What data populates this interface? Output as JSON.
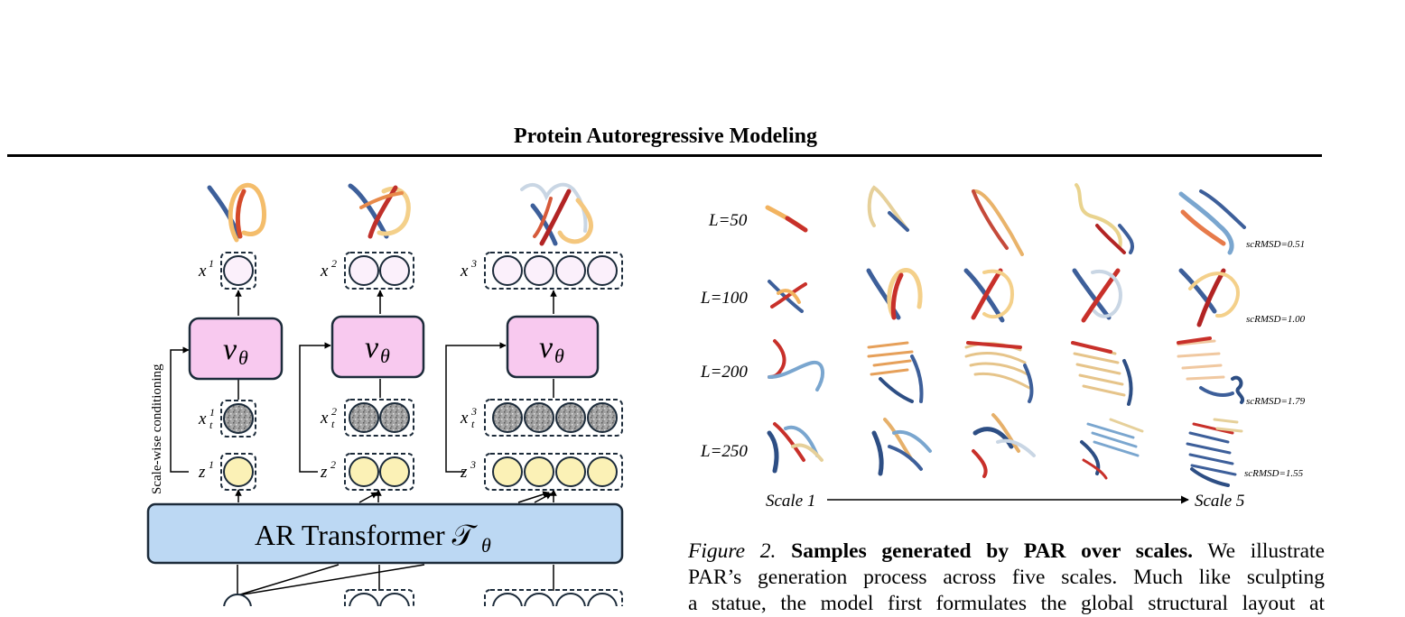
{
  "header": {
    "title": "Protein Autoregressive Modeling"
  },
  "left_figure": {
    "side_label": "Scale-wise conditioning",
    "model_label": "AR Transformer 𝒯",
    "model_subscript": "θ",
    "v_label": "v",
    "v_subscript": "θ",
    "x_labels": [
      "x",
      "x",
      "x"
    ],
    "xt_labels": [
      "x",
      "x",
      "x"
    ],
    "z_labels": [
      "z",
      "z",
      "z"
    ],
    "superscripts": [
      "1",
      "2",
      "3"
    ],
    "t_sub": "t",
    "colors": {
      "transformer": "#bcd8f3",
      "v_block": "#f8c9ef",
      "z_node": "#fbf1b6",
      "x_node": "#fbf0fb",
      "noise_node": "#9c9c9c",
      "stroke": "#1c2b3a"
    }
  },
  "right_figure": {
    "row_labels": [
      "L=50",
      "L=100",
      "L=200",
      "L=250"
    ],
    "scrmsd": [
      "scRMSD=0.51",
      "scRMSD=1.00",
      "scRMSD=1.79",
      "scRMSD=1.55"
    ],
    "scale_start": "Scale 1",
    "scale_end": "Scale 5"
  },
  "caption": {
    "label": "Figure 2.",
    "title": "Samples generated by PAR over scales.",
    "line1_rest": "We illustrate",
    "line2": "PAR’s generation process across five scales. Much like sculpting",
    "line3": "a statue, the model first formulates the global structural layout at"
  }
}
